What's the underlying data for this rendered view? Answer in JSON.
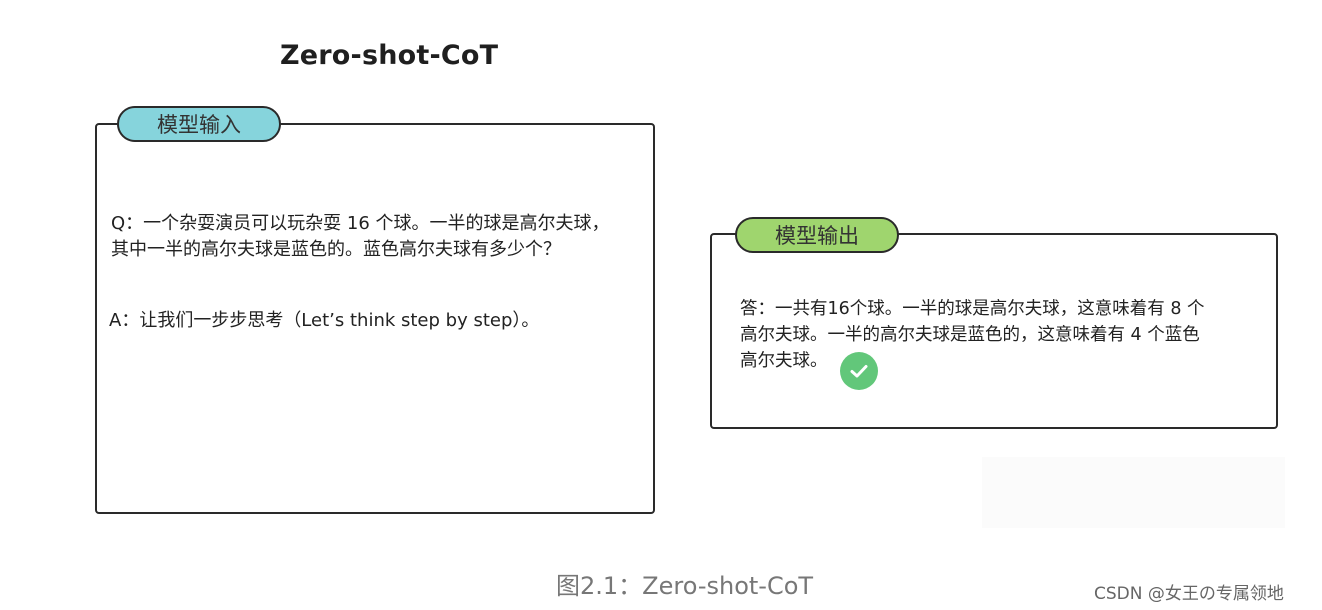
{
  "title": "Zero-shot-CoT",
  "input": {
    "tag": "模型输入",
    "question_line1": "Q：一个杂耍演员可以玩杂耍 16 个球。一半的球是高尔夫球，",
    "question_line2": "其中一半的高尔夫球是蓝色的。蓝色高尔夫球有多少个？",
    "answer": "A：让我们一步步思考（Let’s think step by step）。"
  },
  "output": {
    "tag": "模型输出",
    "line1": "答：一共有16个球。一半的球是高尔夫球，这意味着有 8 个",
    "line2": "高尔夫球。一半的高尔夫球是蓝色的，这意味着有 4 个蓝色",
    "line3": "高尔夫球。",
    "check_icon": "check-circle-icon"
  },
  "caption": "图2.1：Zero-shot-CoT",
  "watermark": "CSDN @女王の专属领地"
}
